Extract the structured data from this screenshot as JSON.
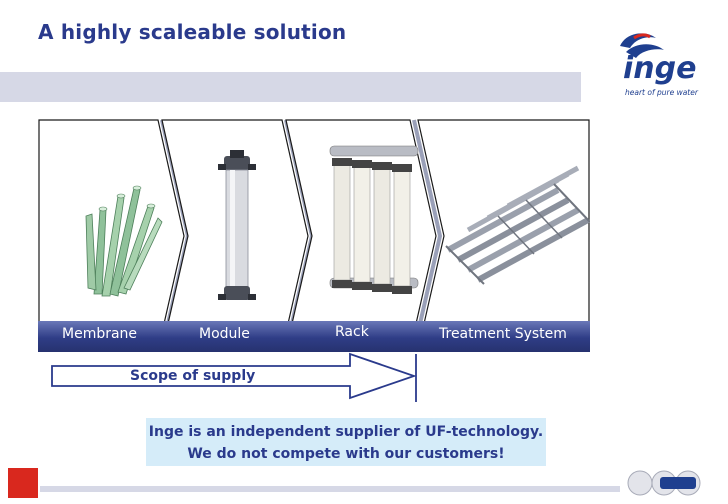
{
  "slide": {
    "title": "A highly scaleable solution"
  },
  "logo": {
    "word": "inge",
    "tagline": "heart of pure water"
  },
  "stages": [
    {
      "label": "Membrane",
      "icon": "membrane-fibers-icon"
    },
    {
      "label": "Module",
      "icon": "membrane-module-icon"
    },
    {
      "label": "Rack",
      "icon": "module-rack-icon"
    },
    {
      "label": "Treatment System",
      "icon": "treatment-system-icon"
    }
  ],
  "scope": {
    "label": "Scope of supply"
  },
  "statement": {
    "line1": "Inge is an independent supplier of UF-technology.",
    "line2": "We do not compete with our customers!"
  },
  "colors": {
    "title": "#2a3a8c",
    "band": "#d6d8e6",
    "label_bar": "#2f3d86",
    "statement_bg": "#d5ecf9",
    "accent_red": "#d9281e"
  }
}
